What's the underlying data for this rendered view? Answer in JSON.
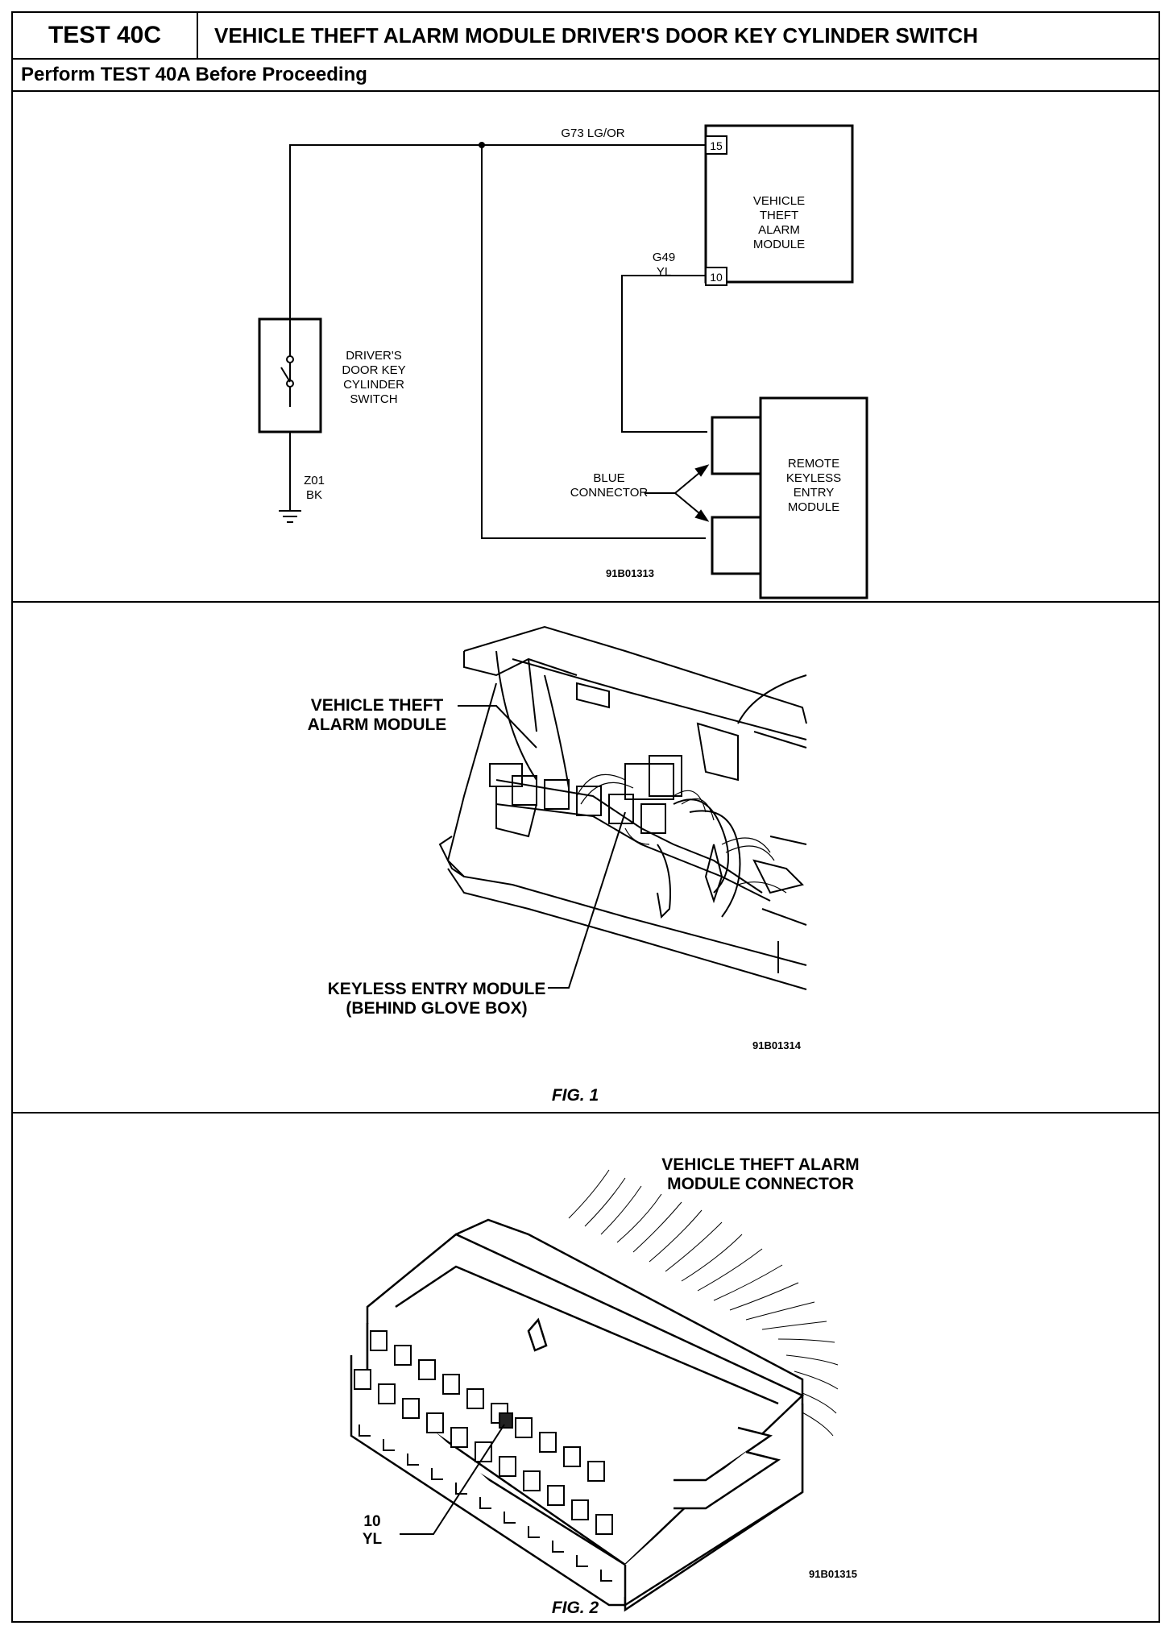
{
  "header": {
    "test_id": "TEST 40C",
    "title": "VEHICLE THEFT ALARM MODULE DRIVER'S DOOR KEY CYLINDER SWITCH",
    "prerequisite": "Perform TEST 40A Before Proceeding"
  },
  "schematic": {
    "wire_top": "G73  LG/OR",
    "pin_15": "15",
    "pin_10": "10",
    "wire_g49_code": "G49",
    "wire_g49_color": "YL",
    "vta_module_lines": [
      "VEHICLE",
      "THEFT",
      "ALARM",
      "MODULE"
    ],
    "switch_label_lines": [
      "DRIVER'S",
      "DOOR KEY",
      "CYLINDER",
      "SWITCH"
    ],
    "ground_wire_code": "Z01",
    "ground_wire_color": "BK",
    "connector_label_lines": [
      "BLUE",
      "CONNECTOR"
    ],
    "rke_module_lines": [
      "REMOTE",
      "KEYLESS",
      "ENTRY",
      "MODULE"
    ],
    "ref_code": "91B01313"
  },
  "fig1": {
    "label_vta_lines": [
      "VEHICLE THEFT",
      "ALARM MODULE"
    ],
    "label_keyless_lines": [
      "KEYLESS ENTRY MODULE",
      "(BEHIND GLOVE BOX)"
    ],
    "ref_code": "91B01314",
    "caption": "FIG. 1"
  },
  "fig2": {
    "title_lines": [
      "VEHICLE THEFT ALARM",
      "MODULE CONNECTOR"
    ],
    "pin_label_number": "10",
    "pin_label_color": "YL",
    "ref_code": "91B01315",
    "caption": "FIG. 2"
  }
}
